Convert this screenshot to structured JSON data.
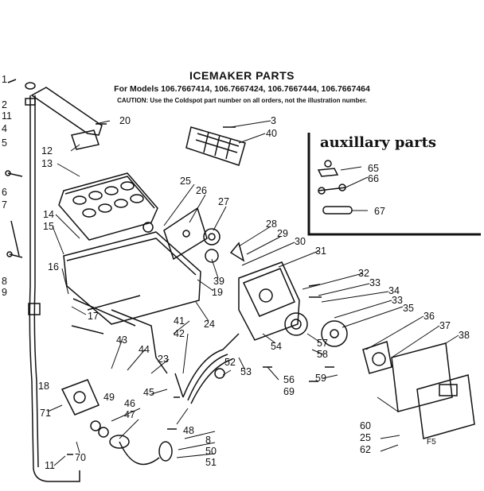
{
  "header": {
    "title": "ICEMAKER PARTS",
    "models": "For Models 106.7667414, 106.7667424, 106.7667444, 106.7667464",
    "caution": "CAUTION: Use the Coldspot part number on all orders, not the illustration number."
  },
  "auxiliary": {
    "title": "auxillary parts"
  },
  "diagram_code": "F5",
  "parts": [
    "1",
    "2",
    "11",
    "4",
    "5",
    "6",
    "7",
    "8",
    "9",
    "12",
    "13",
    "14",
    "15",
    "16",
    "17",
    "18",
    "20",
    "3",
    "40",
    "25",
    "26",
    "27",
    "28",
    "29",
    "30",
    "31",
    "39",
    "19",
    "24",
    "41",
    "42",
    "43",
    "44",
    "23",
    "45",
    "46",
    "47",
    "48",
    "49",
    "8",
    "50",
    "51",
    "52",
    "53",
    "54",
    "56",
    "69",
    "57",
    "58",
    "59",
    "32",
    "33",
    "34",
    "33",
    "35",
    "36",
    "37",
    "38",
    "60",
    "25",
    "62",
    "65",
    "66",
    "67",
    "70",
    "71",
    "11"
  ]
}
